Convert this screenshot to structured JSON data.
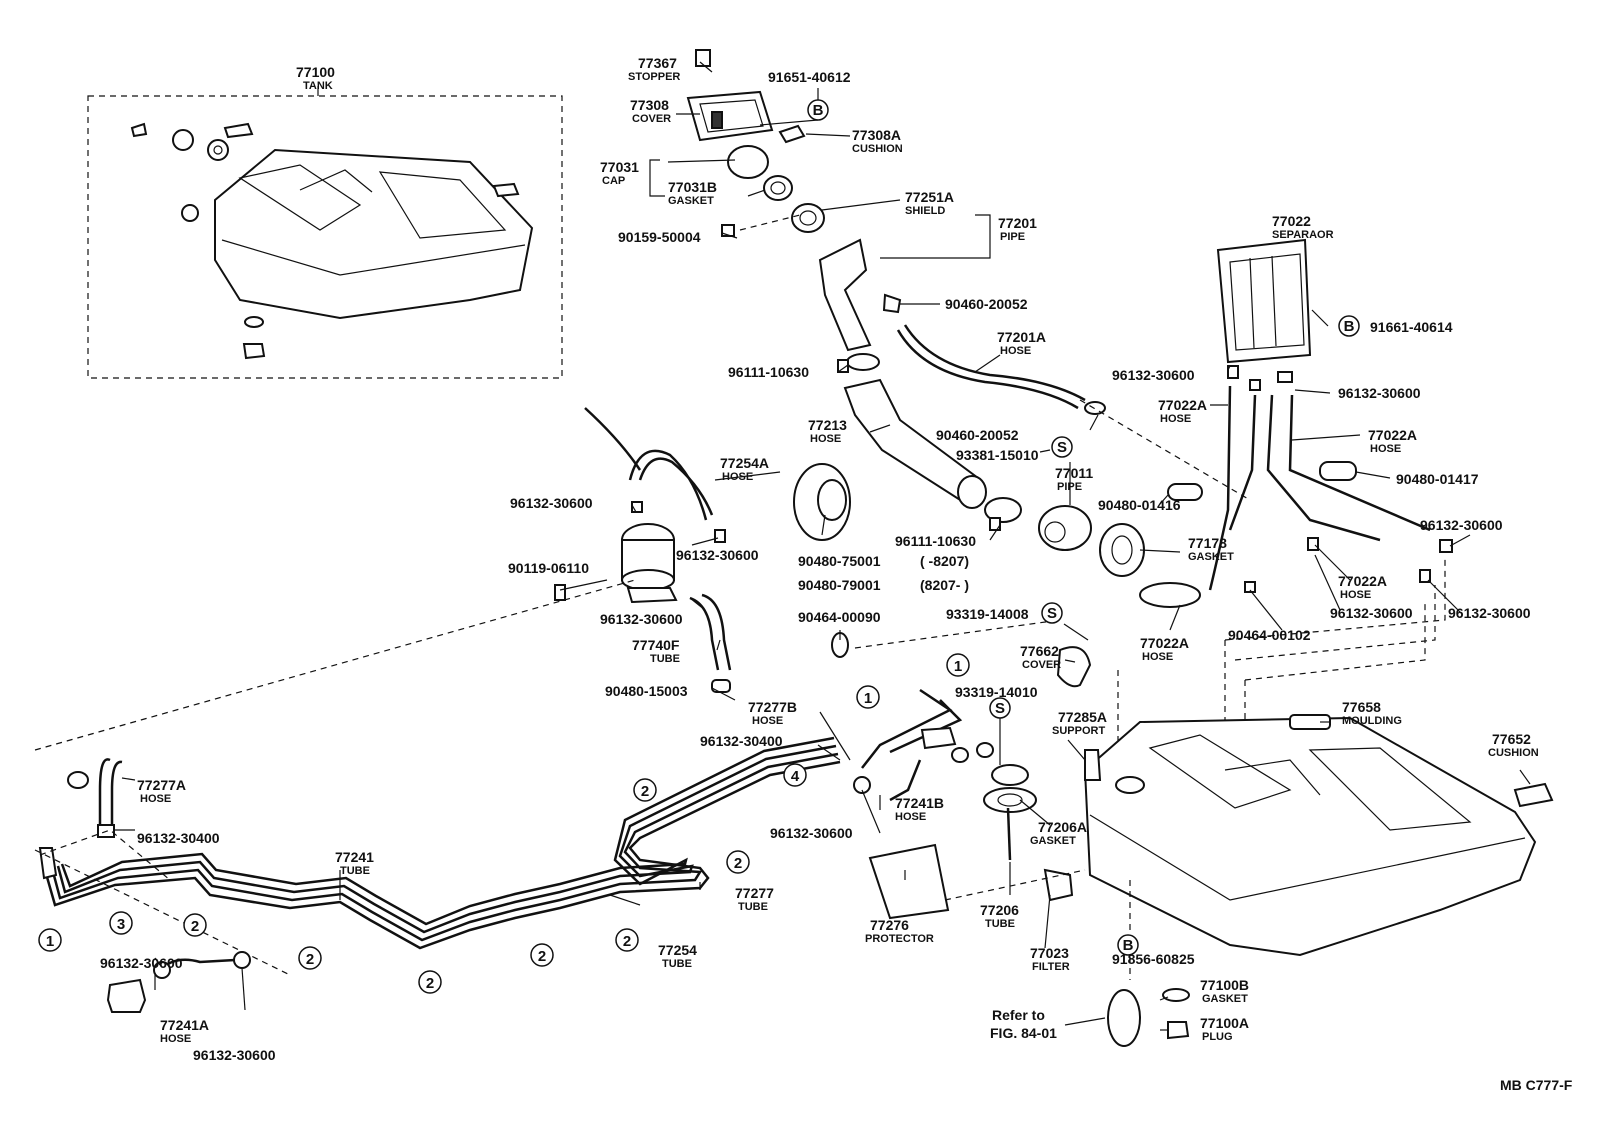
{
  "drawing_code": "MB C777-F",
  "refer": {
    "line1": "Refer to",
    "line2": "FIG. 84-01"
  },
  "callouts": {
    "c1": "1",
    "c2": "2",
    "c3": "3",
    "c4": "4",
    "cS": "S",
    "cB": "B"
  },
  "parts": {
    "p77100": {
      "num": "77100",
      "name": "TANK"
    },
    "p77367": {
      "num": "77367",
      "name": "STOPPER"
    },
    "p77308": {
      "num": "77308",
      "name": "COVER"
    },
    "p91651": {
      "num": "91651-40612"
    },
    "p77308A": {
      "num": "77308A",
      "name": "CUSHION"
    },
    "p77031": {
      "num": "77031",
      "name": "CAP"
    },
    "p77031B": {
      "num": "77031B",
      "name": "GASKET"
    },
    "p77251A": {
      "num": "77251A",
      "name": "SHIELD"
    },
    "p77201": {
      "num": "77201",
      "name": "PIPE"
    },
    "p90159": {
      "num": "90159-50004"
    },
    "p90460a": {
      "num": "90460-20052"
    },
    "p77201A": {
      "num": "77201A",
      "name": "HOSE"
    },
    "p96111a": {
      "num": "96111-10630"
    },
    "p77213": {
      "num": "77213",
      "name": "HOSE"
    },
    "p90460b": {
      "num": "90460-20052"
    },
    "p93381": {
      "num": "93381-15010"
    },
    "p77011": {
      "num": "77011",
      "name": "PIPE"
    },
    "p90480_01416": {
      "num": "90480-01416"
    },
    "p96111b": {
      "num": "96111-10630"
    },
    "p90480_75001": {
      "num": "90480-75001",
      "range": "(      -8207)"
    },
    "p90480_79001": {
      "num": "90480-79001",
      "range": "(8207-      )"
    },
    "p77178": {
      "num": "77178",
      "name": "GASKET"
    },
    "p77022": {
      "num": "77022",
      "name": "SEPARAOR"
    },
    "p91661": {
      "num": "91661-40614"
    },
    "p96132_sepL": {
      "num": "96132-30600"
    },
    "p96132_sepR": {
      "num": "96132-30600"
    },
    "p77022A_1": {
      "num": "77022A",
      "name": "HOSE"
    },
    "p77022A_2": {
      "num": "77022A",
      "name": "HOSE"
    },
    "p90480_01417": {
      "num": "90480-01417"
    },
    "p96132_r1": {
      "num": "96132-30600"
    },
    "p77022A_3": {
      "num": "77022A",
      "name": "HOSE"
    },
    "p77022A_4": {
      "num": "77022A",
      "name": "HOSE"
    },
    "p96132_r2": {
      "num": "96132-30600"
    },
    "p96132_r3": {
      "num": "96132-30600"
    },
    "p90464_00102": {
      "num": "90464-00102"
    },
    "p93319a": {
      "num": "93319-14008"
    },
    "p77662": {
      "num": "77662",
      "name": "COVER"
    },
    "p93319b": {
      "num": "93319-14010"
    },
    "p77285A": {
      "num": "77285A",
      "name": "SUPPORT"
    },
    "p77658": {
      "num": "77658",
      "name": "MOULDING"
    },
    "p77652": {
      "num": "77652",
      "name": "CUSHION"
    },
    "p77254A": {
      "num": "77254A",
      "name": "HOSE"
    },
    "p96132_f1": {
      "num": "96132-30600"
    },
    "p96132_f2": {
      "num": "96132-30600"
    },
    "p90119": {
      "num": "90119-06110"
    },
    "p96132_f3": {
      "num": "96132-30600"
    },
    "p77740F": {
      "num": "77740F",
      "name": "TUBE"
    },
    "p90480_15003": {
      "num": "90480-15003"
    },
    "p90464_00090": {
      "num": "90464-00090"
    },
    "p77277B": {
      "num": "77277B",
      "name": "HOSE"
    },
    "p96132_30400a": {
      "num": "96132-30400"
    },
    "p96132_mid": {
      "num": "96132-30600"
    },
    "p77241B": {
      "num": "77241B",
      "name": "HOSE"
    },
    "p77206A": {
      "num": "77206A",
      "name": "GASKET"
    },
    "p77276": {
      "num": "77276",
      "name": "PROTECTOR"
    },
    "p77206": {
      "num": "77206",
      "name": "TUBE"
    },
    "p77023": {
      "num": "77023",
      "name": "FILTER"
    },
    "p91856": {
      "num": "91856-60825"
    },
    "p77100B": {
      "num": "77100B",
      "name": "GASKET"
    },
    "p77100A": {
      "num": "77100A",
      "name": "PLUG"
    },
    "p77277A": {
      "num": "77277A",
      "name": "HOSE"
    },
    "p96132_30400b": {
      "num": "96132-30400"
    },
    "p77241": {
      "num": "77241",
      "name": "TUBE"
    },
    "p77277": {
      "num": "77277",
      "name": "TUBE"
    },
    "p77254": {
      "num": "77254",
      "name": "TUBE"
    },
    "p96132_bl1": {
      "num": "96132-30600"
    },
    "p77241A": {
      "num": "77241A",
      "name": "HOSE"
    },
    "p96132_bl2": {
      "num": "96132-30600"
    }
  }
}
